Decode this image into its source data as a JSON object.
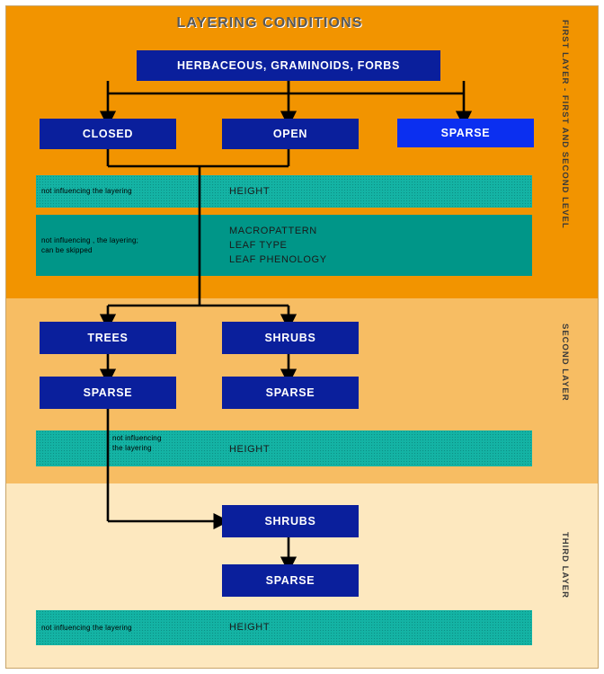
{
  "diagram": {
    "title": "LAYERING CONDITIONS",
    "side_labels": {
      "first": "FIRST LAYER - FIRST AND  SECOND LEVEL",
      "second": "SECOND LAYER",
      "third": "THIRD LAYER"
    },
    "colors": {
      "band_first": "#f29400",
      "band_second": "#f7bd63",
      "band_third": "#fde8bf",
      "box_navy": "#0a1f9c",
      "box_bright_blue": "#0b2ff0",
      "teal_dotted": "#14b3a4",
      "teal_solid": "#009688",
      "title_text": "#595959",
      "connector": "#000000"
    },
    "boxes": {
      "herbaceous": "HERBACEOUS, GRAMINOIDS, FORBS",
      "closed": "CLOSED",
      "open": "OPEN",
      "sparse_top": "SPARSE",
      "trees": "TREES",
      "shrubs_second": "SHRUBS",
      "sparse_left_second": "SPARSE",
      "sparse_right_second": "SPARSE",
      "shrubs_third": "SHRUBS",
      "sparse_third": "SPARSE"
    },
    "bands": [
      {
        "note": "not influencing  the layering",
        "attributes": "HEIGHT",
        "style": "dotted"
      },
      {
        "note": "not influencing , the layering;\ncan be skipped",
        "attributes": "MACROPATTERN\nLEAF TYPE\nLEAF PHENOLOGY",
        "style": "solid"
      },
      {
        "note": "not influencing\nthe layering",
        "attributes": "HEIGHT",
        "style": "dotted"
      },
      {
        "note": "not influencing the layering",
        "attributes": "HEIGHT",
        "style": "dotted"
      }
    ]
  }
}
